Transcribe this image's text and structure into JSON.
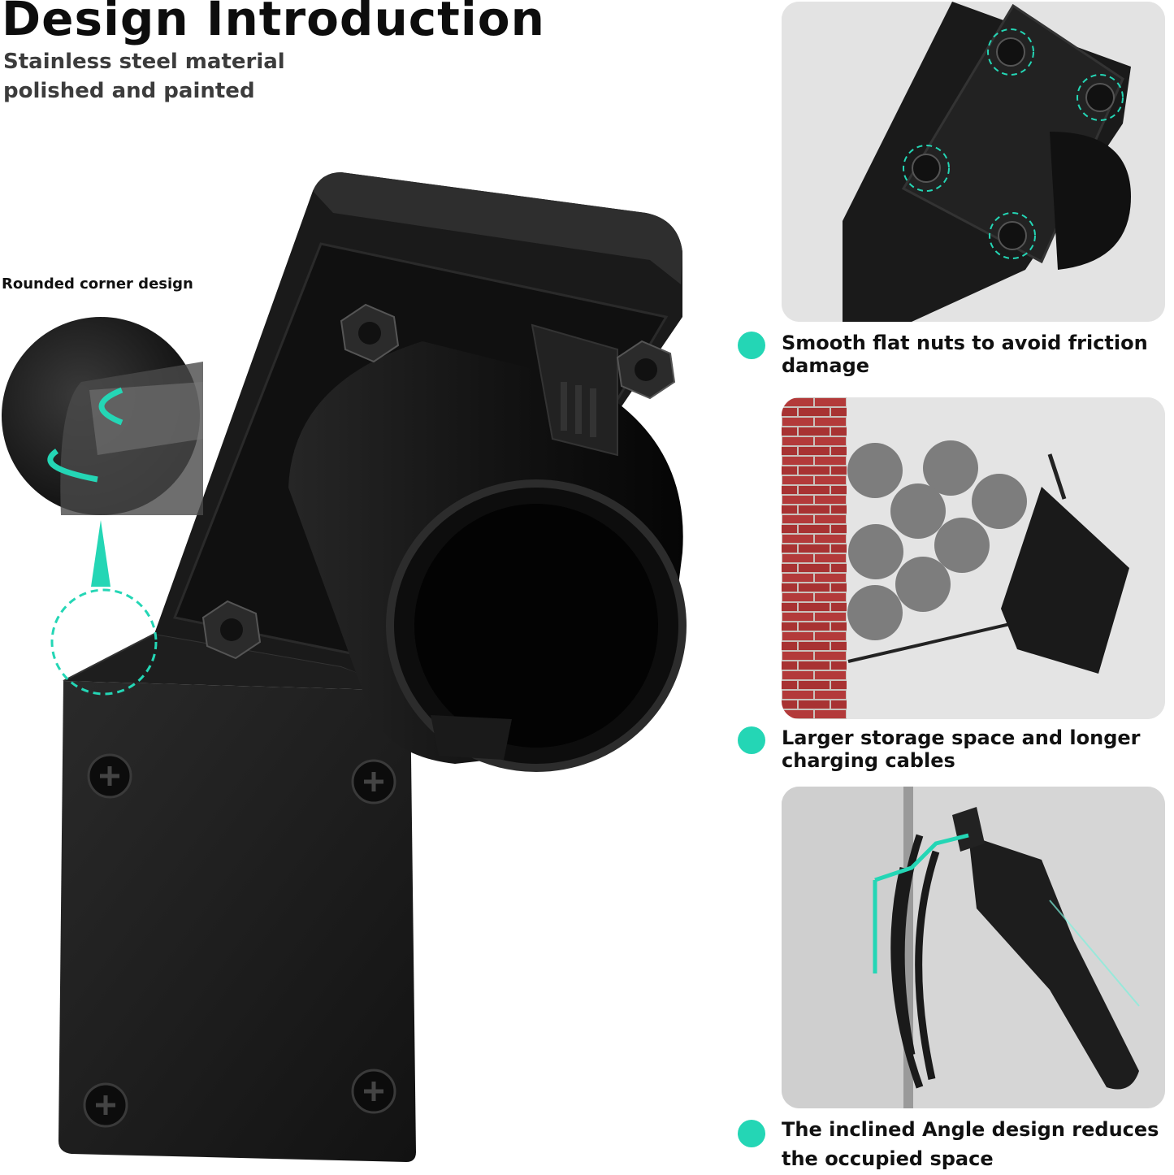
{
  "header": {
    "title": "Design Introduction",
    "subtitle_line1": "Stainless steel material",
    "subtitle_line2": "polished and painted"
  },
  "callouts": {
    "rounded_corner": "Rounded corner design"
  },
  "features": [
    {
      "text": "Smooth flat nuts to avoid friction damage"
    },
    {
      "text": "Larger storage space and longer charging cables"
    },
    {
      "text": "The inclined Angle design reduces the occupied space"
    }
  ],
  "colors": {
    "accent": "#24d6b5",
    "bracket": "#1c1c1c",
    "panel_bg": "#e2e2e2",
    "brick": "#b33a3a"
  },
  "icons": {
    "bullet": "teal-dot-icon",
    "screw": "phillips-screw-icon",
    "nut": "hex-nut-icon"
  }
}
